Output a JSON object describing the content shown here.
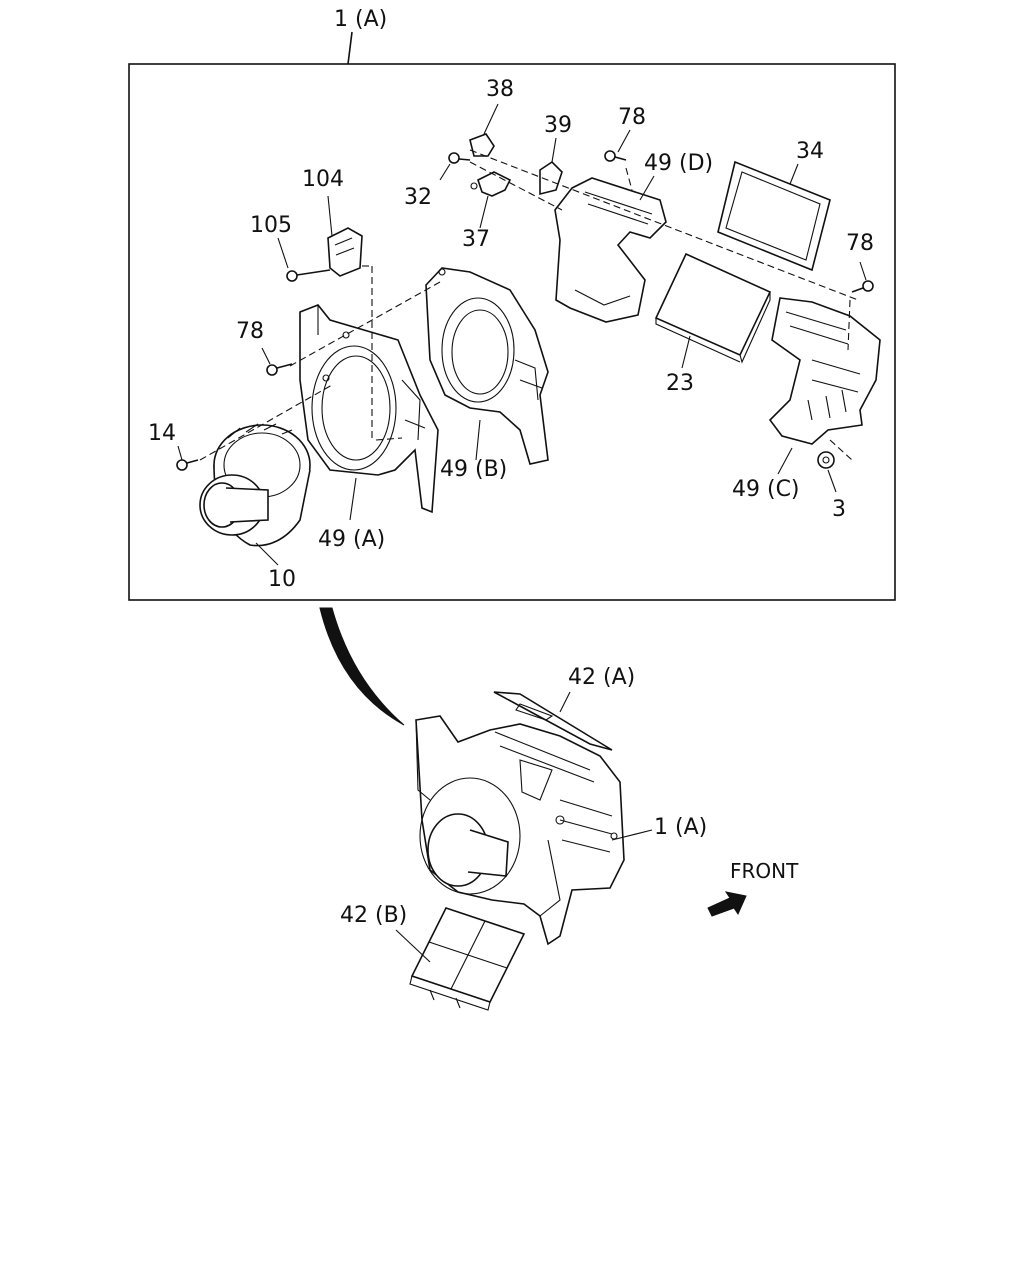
{
  "labels": {
    "top_assembly": "1 (A)",
    "p38": "38",
    "p39": "39",
    "p78_top": "78",
    "p49d": "49 (D)",
    "p34": "34",
    "p32": "32",
    "p104": "104",
    "p37": "37",
    "p105": "105",
    "p78_right": "78",
    "p78_left": "78",
    "p23": "23",
    "p14": "14",
    "p49b": "49 (B)",
    "p49c": "49 (C)",
    "p3": "3",
    "p49a": "49 (A)",
    "p10": "10",
    "p42a": "42 (A)",
    "p1a_lower": "1 (A)",
    "front": "FRONT",
    "p42b": "42 (B)"
  }
}
